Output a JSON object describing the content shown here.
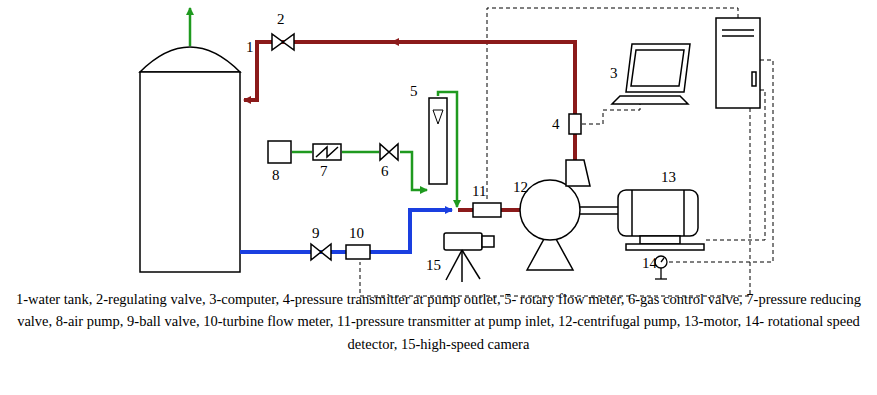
{
  "diagram": {
    "caption": "1-water tank, 2-regulating valve, 3-computer, 4-pressure transmitter at pump outlet, 5- rotary flow meter, 6-gas control valve, 7-pressure reducing valve, 8-air pump, 9-ball valve, 10-turbine flow meter, 11-pressure transmitter at pump inlet, 12-centrifugal pump, 13-motor, 14- rotational speed detector, 15-high-speed camera",
    "labels": [
      "1",
      "2",
      "3",
      "4",
      "5",
      "6",
      "7",
      "8",
      "9",
      "10",
      "11",
      "12",
      "13",
      "14",
      "15"
    ]
  }
}
